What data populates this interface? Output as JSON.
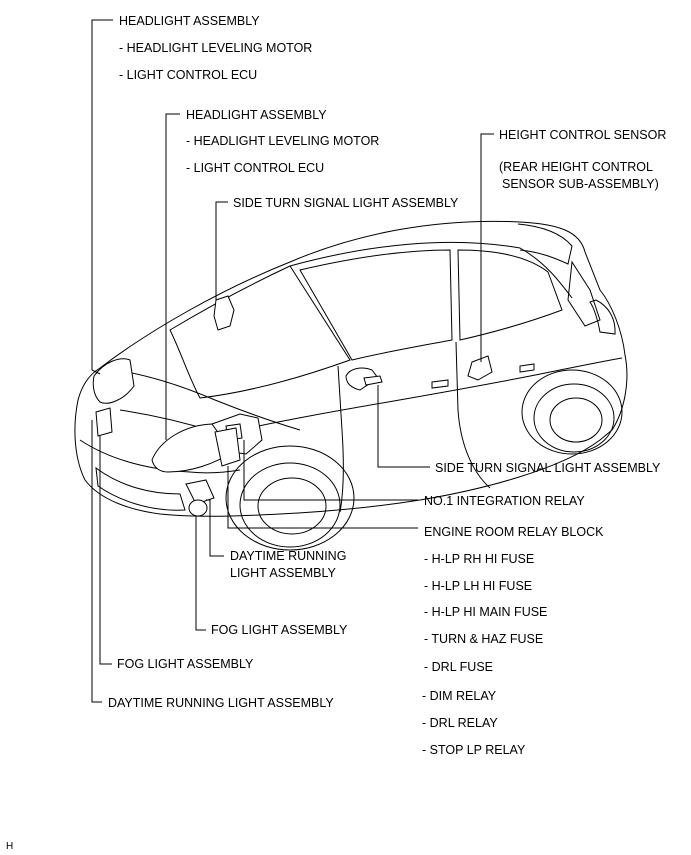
{
  "labels": {
    "headlight_assembly_lh": "HEADLIGHT ASSEMBLY",
    "headlight_leveling_motor_lh": "- HEADLIGHT LEVELING MOTOR",
    "light_control_ecu_lh": "- LIGHT CONTROL ECU",
    "headlight_assembly_rh": "HEADLIGHT ASSEMBLY",
    "headlight_leveling_motor_rh": "- HEADLIGHT LEVELING MOTOR",
    "light_control_ecu_rh": "- LIGHT CONTROL ECU",
    "side_turn_signal_top": "SIDE TURN SIGNAL LIGHT ASSEMBLY",
    "height_control_sensor": "HEIGHT CONTROL SENSOR",
    "rear_height_sensor_line1": "(REAR HEIGHT CONTROL",
    "rear_height_sensor_line2": "SENSOR SUB-ASSEMBLY)",
    "side_turn_signal_right": "SIDE TURN SIGNAL LIGHT ASSEMBLY",
    "integration_relay": "NO.1 INTEGRATION RELAY",
    "engine_room_relay_block": "ENGINE ROOM RELAY BLOCK",
    "fuse_hlp_rh_hi": "- H-LP RH HI FUSE",
    "fuse_hlp_lh_hi": "- H-LP LH HI FUSE",
    "fuse_hlp_hi_main": "- H-LP HI MAIN FUSE",
    "fuse_turn_haz": "- TURN & HAZ FUSE",
    "fuse_drl": "- DRL FUSE",
    "relay_dim": "- DIM  RELAY",
    "relay_drl": "- DRL  RELAY",
    "relay_stop_lp": "- STOP LP  RELAY",
    "drl_assembly_center_line1": "DAYTIME RUNNING",
    "drl_assembly_center_line2": "LIGHT ASSEMBLY",
    "fog_light_center": "FOG LIGHT ASSEMBLY",
    "fog_light_left": "FOG LIGHT ASSEMBLY",
    "drl_assembly_left": "DAYTIME RUNNING LIGHT ASSEMBLY",
    "corner_mark": "H"
  }
}
